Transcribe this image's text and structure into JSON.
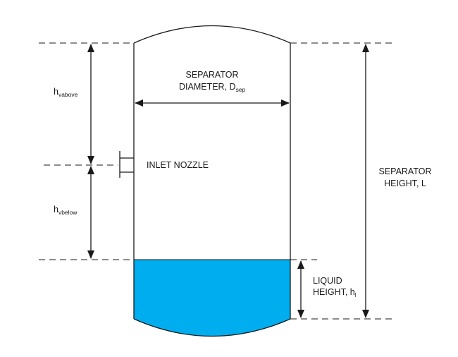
{
  "labels": {
    "diameter_line1": "SEPARATOR",
    "diameter_line2": "DIAMETER, D",
    "diameter_sub": "sep",
    "hv_above_main": "h",
    "hv_above_sub": "vabove",
    "inlet_nozzle": "INLET NOZZLE",
    "hv_below_main": "h",
    "hv_below_sub": "vbelow",
    "height_line1": "SEPARATOR",
    "height_line2": "HEIGHT,  L",
    "liquid_line1": "LIQUID",
    "liquid_line2": "HEIGHT, h",
    "liquid_sub": "l"
  },
  "colors": {
    "liquid": "#00aeef",
    "line": "#1a1a1a",
    "background": "#ffffff"
  }
}
